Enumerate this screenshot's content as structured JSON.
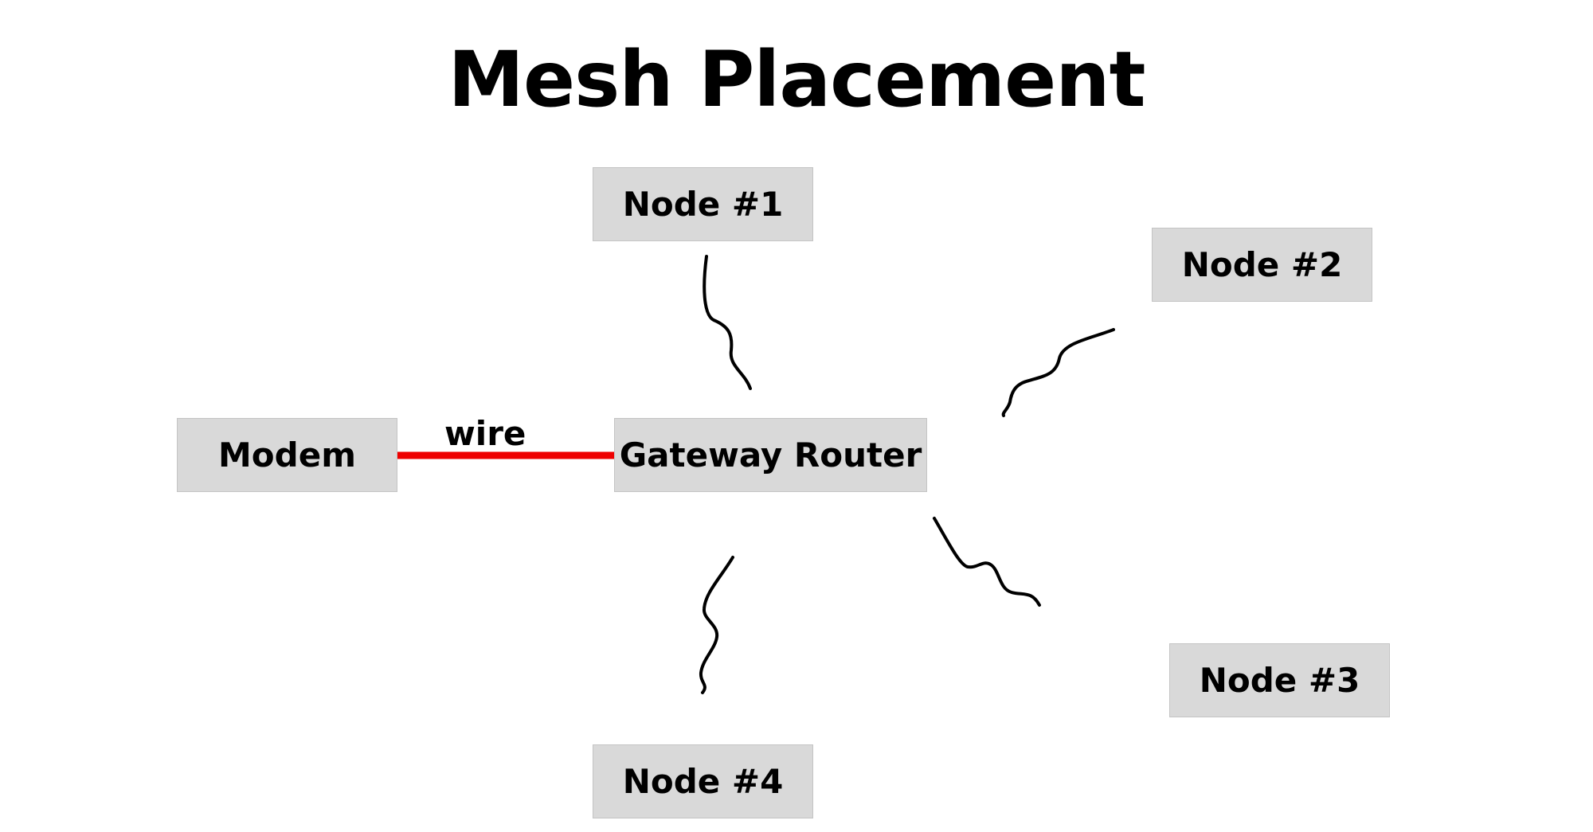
{
  "title": "Mesh Placement",
  "colors": {
    "box_fill": "#d9d9d9",
    "wire": "#ee0000",
    "signal": "#000000"
  },
  "nodes": {
    "modem": {
      "label": "Modem"
    },
    "gateway": {
      "label": "Gateway Router"
    },
    "node1": {
      "label": "Node #1"
    },
    "node2": {
      "label": "Node #2"
    },
    "node3": {
      "label": "Node #3"
    },
    "node4": {
      "label": "Node #4"
    }
  },
  "links": {
    "wire": {
      "label": "wire",
      "from": "Modem",
      "to": "Gateway Router",
      "kind": "wired"
    },
    "wireless": [
      {
        "from": "Gateway Router",
        "to": "Node #1",
        "kind": "wireless"
      },
      {
        "from": "Gateway Router",
        "to": "Node #2",
        "kind": "wireless"
      },
      {
        "from": "Gateway Router",
        "to": "Node #3",
        "kind": "wireless"
      },
      {
        "from": "Gateway Router",
        "to": "Node #4",
        "kind": "wireless"
      }
    ]
  }
}
